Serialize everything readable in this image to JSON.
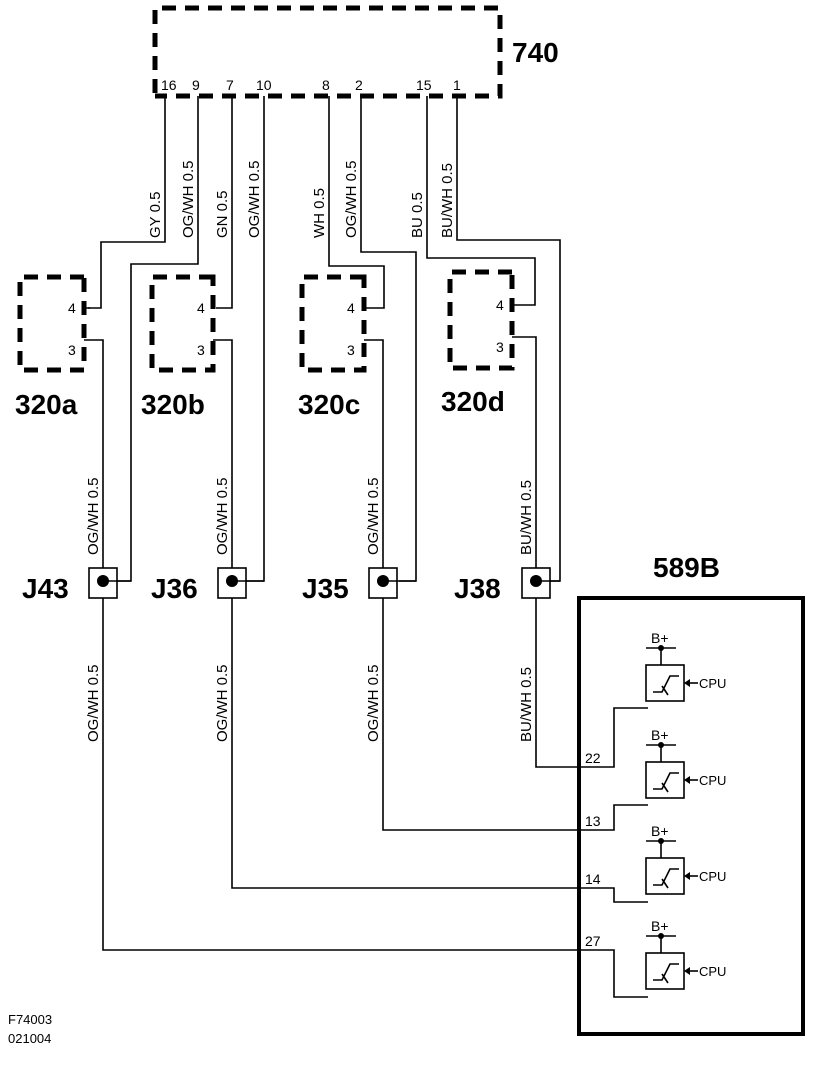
{
  "components": {
    "c740": {
      "label": "740",
      "pins": [
        "16",
        "9",
        "7",
        "10",
        "8",
        "2",
        "15",
        "1"
      ]
    },
    "c320a": {
      "label": "320a",
      "pin4": "4",
      "pin3": "3"
    },
    "c320b": {
      "label": "320b",
      "pin4": "4",
      "pin3": "3"
    },
    "c320c": {
      "label": "320c",
      "pin4": "4",
      "pin3": "3"
    },
    "c320d": {
      "label": "320d",
      "pin4": "4",
      "pin3": "3"
    },
    "c589b": {
      "label": "589B",
      "pins": [
        "22",
        "13",
        "14",
        "27"
      ],
      "supply": "B+",
      "input": "CPU"
    }
  },
  "junctions": {
    "j43": "J43",
    "j36": "J36",
    "j35": "J35",
    "j38": "J38"
  },
  "wires_top": [
    {
      "text": "GY  0.5"
    },
    {
      "text": "OG/WH  0.5"
    },
    {
      "text": "GN  0.5"
    },
    {
      "text": "OG/WH  0.5"
    },
    {
      "text": "WH  0.5"
    },
    {
      "text": "OG/WH  0.5"
    },
    {
      "text": "BU  0.5"
    },
    {
      "text": "BU/WH  0.5"
    }
  ],
  "wires_mid": [
    {
      "text": "OG/WH  0.5"
    },
    {
      "text": "OG/WH  0.5"
    },
    {
      "text": "OG/WH  0.5"
    },
    {
      "text": "BU/WH  0.5"
    }
  ],
  "wires_low": [
    {
      "text": "OG/WH  0.5"
    },
    {
      "text": "OG/WH  0.5"
    },
    {
      "text": "OG/WH  0.5"
    },
    {
      "text": "BU/WH  0.5"
    }
  ],
  "footer": {
    "code": "F74003",
    "date": "021004"
  }
}
